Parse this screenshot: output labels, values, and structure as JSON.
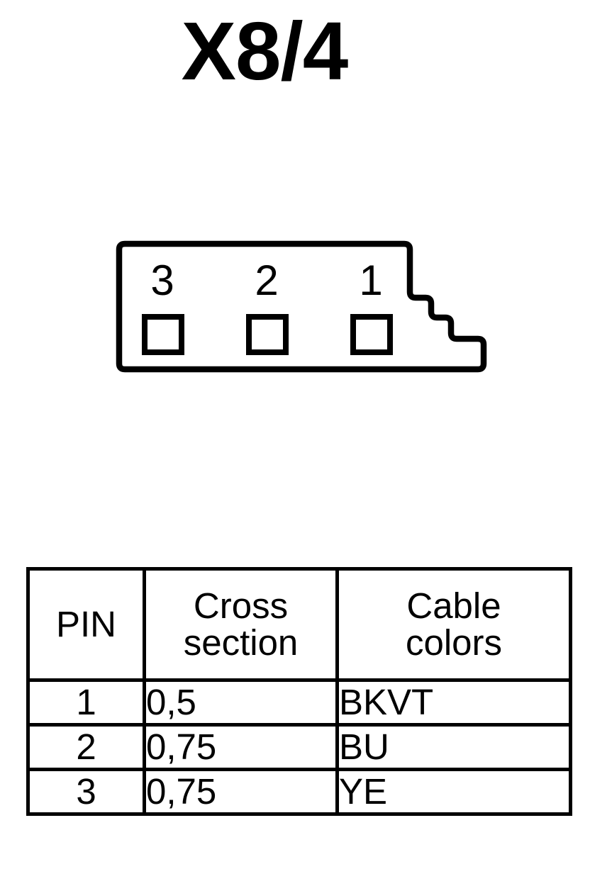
{
  "title": "X8/4",
  "connector": {
    "name": "connector-housing",
    "pins": [
      {
        "label": "3"
      },
      {
        "label": "2"
      },
      {
        "label": "1"
      }
    ]
  },
  "table": {
    "headers": {
      "pin": "PIN",
      "cross_section_line1": "Cross",
      "cross_section_line2": "section",
      "cable_colors_line1": "Cable",
      "cable_colors_line2": "colors"
    },
    "rows": [
      {
        "pin": "1",
        "cross_section": "0,5",
        "cable_colors": "BKVT"
      },
      {
        "pin": "2",
        "cross_section": "0,75",
        "cable_colors": "BU"
      },
      {
        "pin": "3",
        "cross_section": "0,75",
        "cable_colors": "YE"
      }
    ]
  },
  "colors": {
    "ink": "#000000",
    "paper": "#ffffff"
  }
}
